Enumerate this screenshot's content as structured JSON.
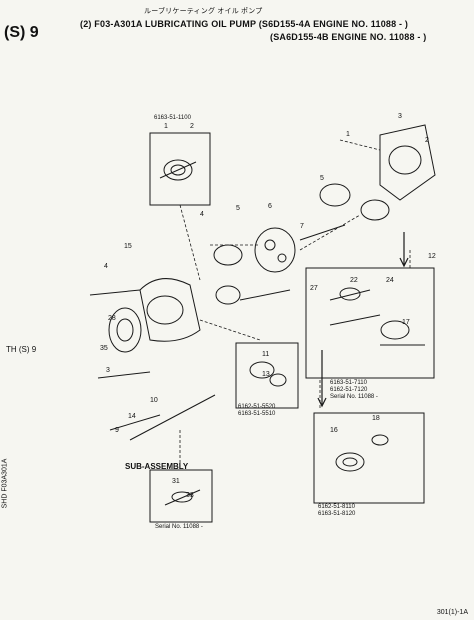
{
  "header": {
    "japanese_caption": "ルーブリケーティング オイル ポンプ",
    "line1": "(2) F03-A301A  LUBRICATING OIL PUMP (S6D155-4A  ENGINE NO. 11088 - )",
    "line2": "(SA6D155-4B  ENGINE NO. 11088 - )"
  },
  "side_labels": {
    "left_top": "(S) 9",
    "left_mid": "TH (S) 9",
    "left_vertical": "SHD F03A301A",
    "subassembly": "SUB-ASSEMBLY"
  },
  "insets": {
    "top_inset_label": "6163-51-1100",
    "middle_inset_label": "6162-51-5520\n6163-51-5510",
    "right_inset_label": "6163-51-7110\n6162-51-7120\nSerial No. 11088 -",
    "bottom_right_inset_label": "6162-51-8110\n6163-51-8120",
    "bottom_left_inset_label": "Serial No. 11088 -"
  },
  "corner_code": "301(1)-1A",
  "icons": {
    "pump_body": "pump-body-icon",
    "gear": "gear-icon",
    "bolt": "bolt-icon"
  }
}
